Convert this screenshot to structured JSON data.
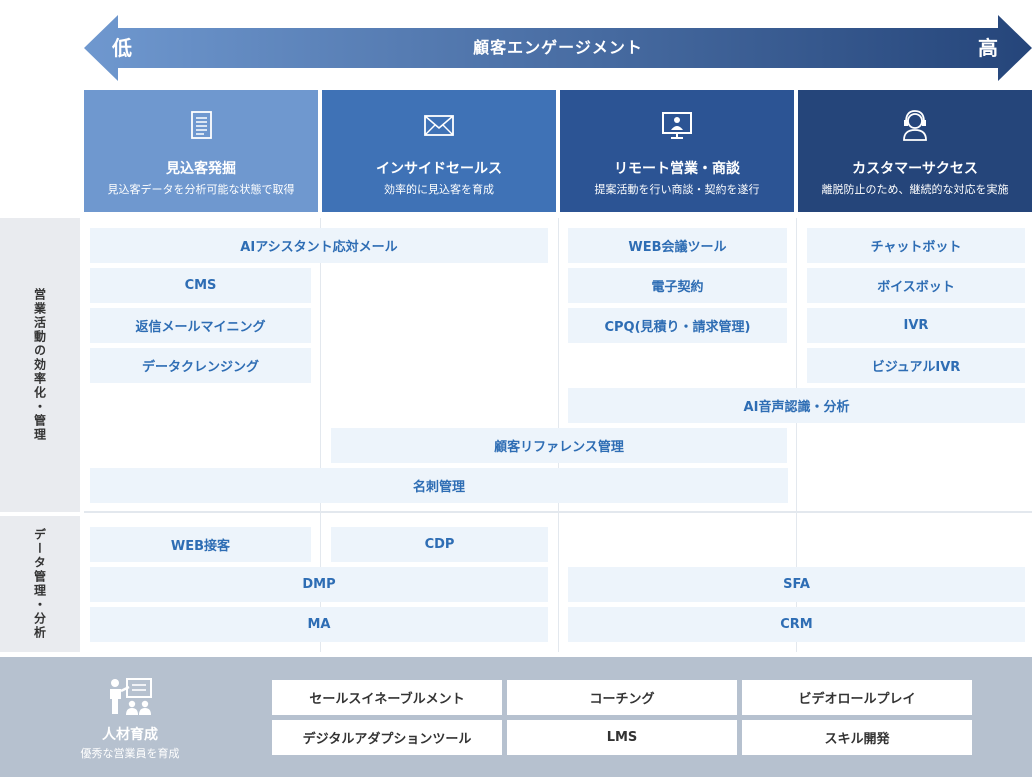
{
  "engagement": {
    "title": "顧客エンゲージメント",
    "low": "低",
    "high": "高"
  },
  "stages": [
    {
      "title": "見込客発掘",
      "subtitle": "見込客データを分析可能な状態で取得",
      "icon": "document-icon",
      "color": "#6f98cf"
    },
    {
      "title": "インサイドセールス",
      "subtitle": "効率的に見込客を育成",
      "icon": "mail-icon",
      "color": "#3f72b6"
    },
    {
      "title": "リモート営業・商談",
      "subtitle": "提案活動を行い商談・契約を遂行",
      "icon": "monitor-presenter-icon",
      "color": "#2c5494"
    },
    {
      "title": "カスタマーサクセス",
      "subtitle": "離脱防止のため、継続的な対応を実施",
      "icon": "headset-operator-icon",
      "color": "#25457a"
    }
  ],
  "rows": {
    "efficiency": "営業活動の効率化・管理",
    "data": "データ管理・分析"
  },
  "efficiency_tools": {
    "ai_assistant_mail": "AIアシスタント応対メール",
    "cms": "CMS",
    "reply_mining": "返信メールマイニング",
    "data_cleansing": "データクレンジング",
    "web_meeting": "WEB会議ツール",
    "e_contract": "電子契約",
    "cpq": "CPQ(見積り・請求管理)",
    "chatbot": "チャットボット",
    "voicebot": "ボイスボット",
    "ivr": "IVR",
    "visual_ivr": "ビジュアルIVR",
    "ai_voice": "AI音声認識・分析",
    "reference_mgmt": "顧客リファレンス管理",
    "business_card": "名刺管理"
  },
  "data_tools": {
    "web_service": "WEB接客",
    "cdp": "CDP",
    "dmp": "DMP",
    "ma": "MA",
    "sfa": "SFA",
    "crm": "CRM"
  },
  "training": {
    "title": "人材育成",
    "subtitle": "優秀な営業員を育成",
    "icon": "trainer-icon",
    "items": [
      "セールスイネーブルメント",
      "コーチング",
      "ビデオロールプレイ",
      "デジタルアダプションツール",
      "LMS",
      "スキル開発"
    ]
  },
  "colors": {
    "arrow_start": "#6f98cf",
    "arrow_end": "#25457a",
    "cell_bg": "#edf4fb",
    "cell_text": "#2e6db4",
    "bottom_bg": "#b6c1cf"
  }
}
